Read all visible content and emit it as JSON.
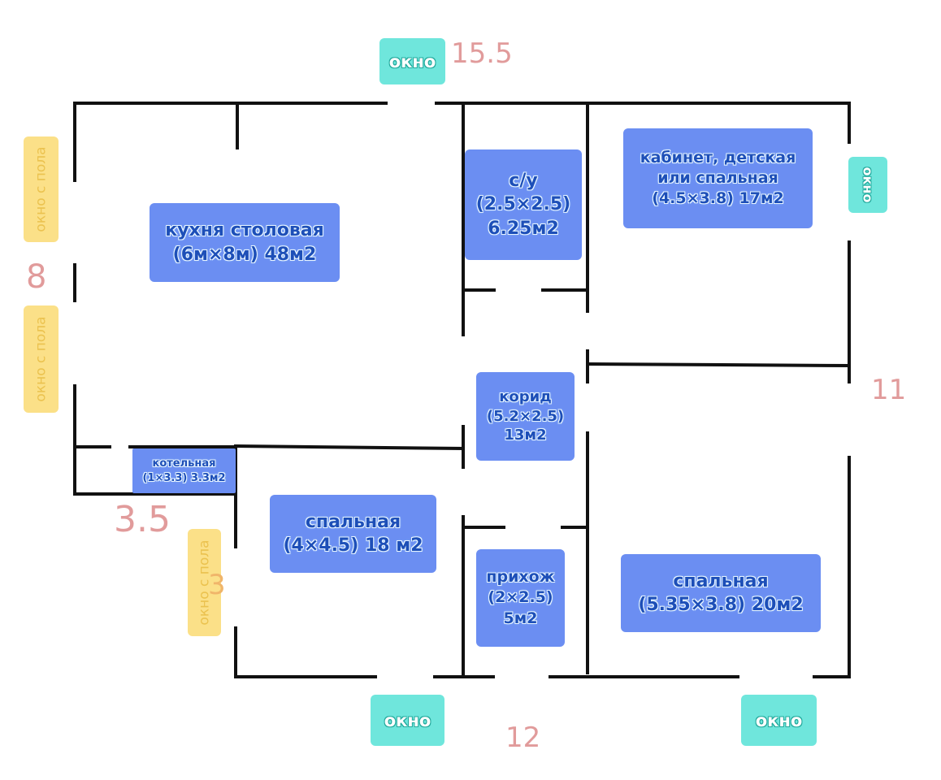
{
  "rooms": {
    "kitchen": [
      "кухня столовая",
      "(6м×8м) 48м2"
    ],
    "bathroom": [
      "с/у",
      "(2.5×2.5)",
      "6.25м2"
    ],
    "study": [
      "кабинет, детская",
      "или спальная",
      "(4.5×3.8) 17м2"
    ],
    "corridor": [
      "корид",
      "(5.2×2.5)",
      "13м2"
    ],
    "boiler": [
      "котельная",
      "(1×3.3) 3.3м2"
    ],
    "bedroom_left": [
      "спальная",
      "(4×4.5) 18 м2"
    ],
    "hallway": [
      "прихож",
      "(2×2.5)",
      "5м2"
    ],
    "bedroom_right": [
      "спальная",
      "(5.35×3.8) 20м2"
    ]
  },
  "windows": {
    "top": "окно",
    "right": "окно",
    "bottom_left": "окно",
    "bottom_right": "окно",
    "floor_left_upper": "окно с пола",
    "floor_left_lower": "окно с пола",
    "floor_bedroom": "окно с пола"
  },
  "dimensions": {
    "top": "15.5",
    "left": "8",
    "right": "11",
    "bottom": "12",
    "boiler_side": "3.5",
    "bedroom_side": "3"
  },
  "colors": {
    "room_label": "#6b8ef2",
    "window": "#6fe6dc",
    "floor_window": "#fbe088",
    "dimension": "#e19b9b",
    "wall": "#111111"
  }
}
